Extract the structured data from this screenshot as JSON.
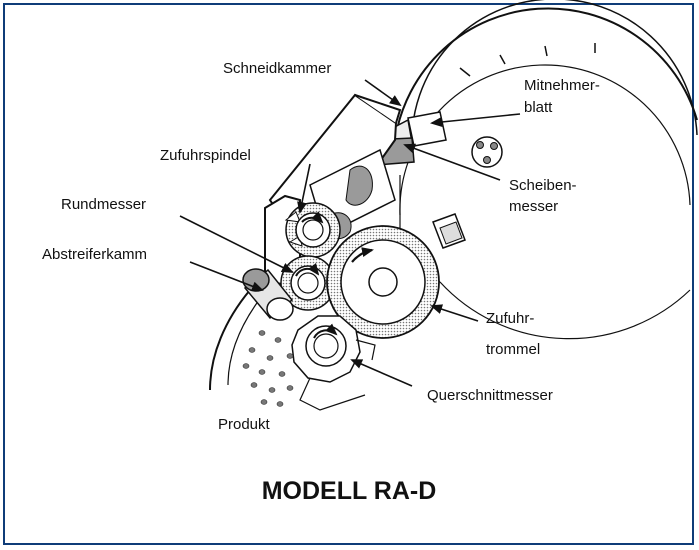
{
  "title": "MODELL RA-D",
  "labels": {
    "schneidkammer": "Schneidkammer",
    "mitnehmerblatt_1": "Mitnehmer-",
    "mitnehmerblatt_2": "blatt",
    "zufuhrspindel": "Zufuhrspindel",
    "scheibenmesser_1": "Scheiben-",
    "scheibenmesser_2": "messer",
    "rundmesser": "Rundmesser",
    "abstreiferkamm": "Abstreiferkamm",
    "zufuhrtrommel_1": "Zufuhr-",
    "zufuhrtrommel_2": "trommel",
    "querschnittmesser": "Querschnittmesser",
    "produkt": "Produkt"
  },
  "colors": {
    "frame": "#0f3c78",
    "line": "#111111",
    "shade": "#9a9a9a",
    "light": "#e6e6e6"
  }
}
